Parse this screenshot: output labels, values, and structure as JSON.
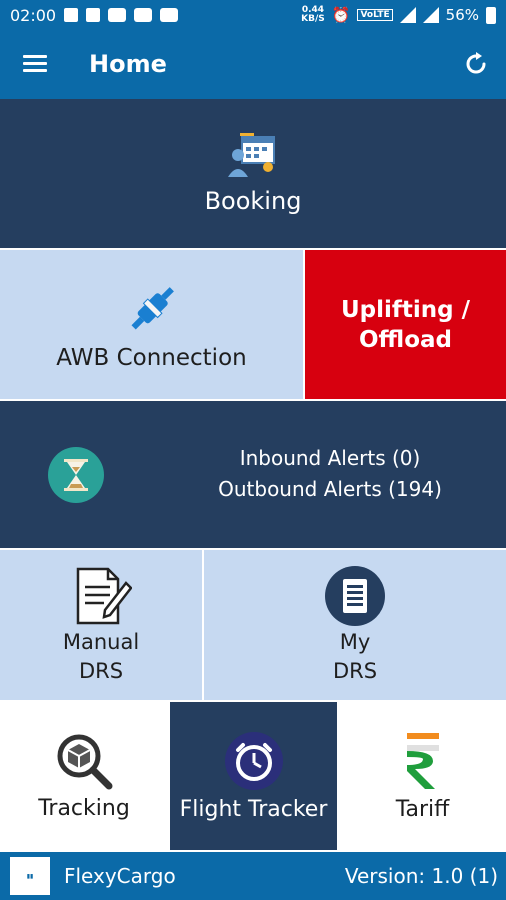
{
  "status_bar": {
    "time": "02:00",
    "net_speed_value": "0.44",
    "net_speed_unit": "KB/S",
    "volte": "VoLTE",
    "battery": "56%"
  },
  "app_bar": {
    "title": "Home",
    "menu_icon": "hamburger-menu-icon",
    "refresh_icon": "refresh-icon"
  },
  "tiles": {
    "booking": "Booking",
    "awb_connection": "AWB Connection",
    "uplifting_line1": "Uplifting /",
    "uplifting_line2": "Offload",
    "inbound_alerts": "Inbound Alerts (0)",
    "outbound_alerts": "Outbound Alerts (194)",
    "manual_drs_line1": "Manual",
    "manual_drs_line2": "DRS",
    "my_drs_line1": "My",
    "my_drs_line2": "DRS",
    "tracking": "Tracking",
    "flight_tracker": "Flight Tracker",
    "tariff": "Tariff"
  },
  "footer": {
    "app_name": "FlexyCargo",
    "version": "Version: 1.0 (1)"
  },
  "colors": {
    "primary_blue": "#0b6aa8",
    "navy": "#253e5f",
    "light_blue": "#c6d9f1",
    "red": "#d7000f",
    "teal": "#2aa198"
  }
}
